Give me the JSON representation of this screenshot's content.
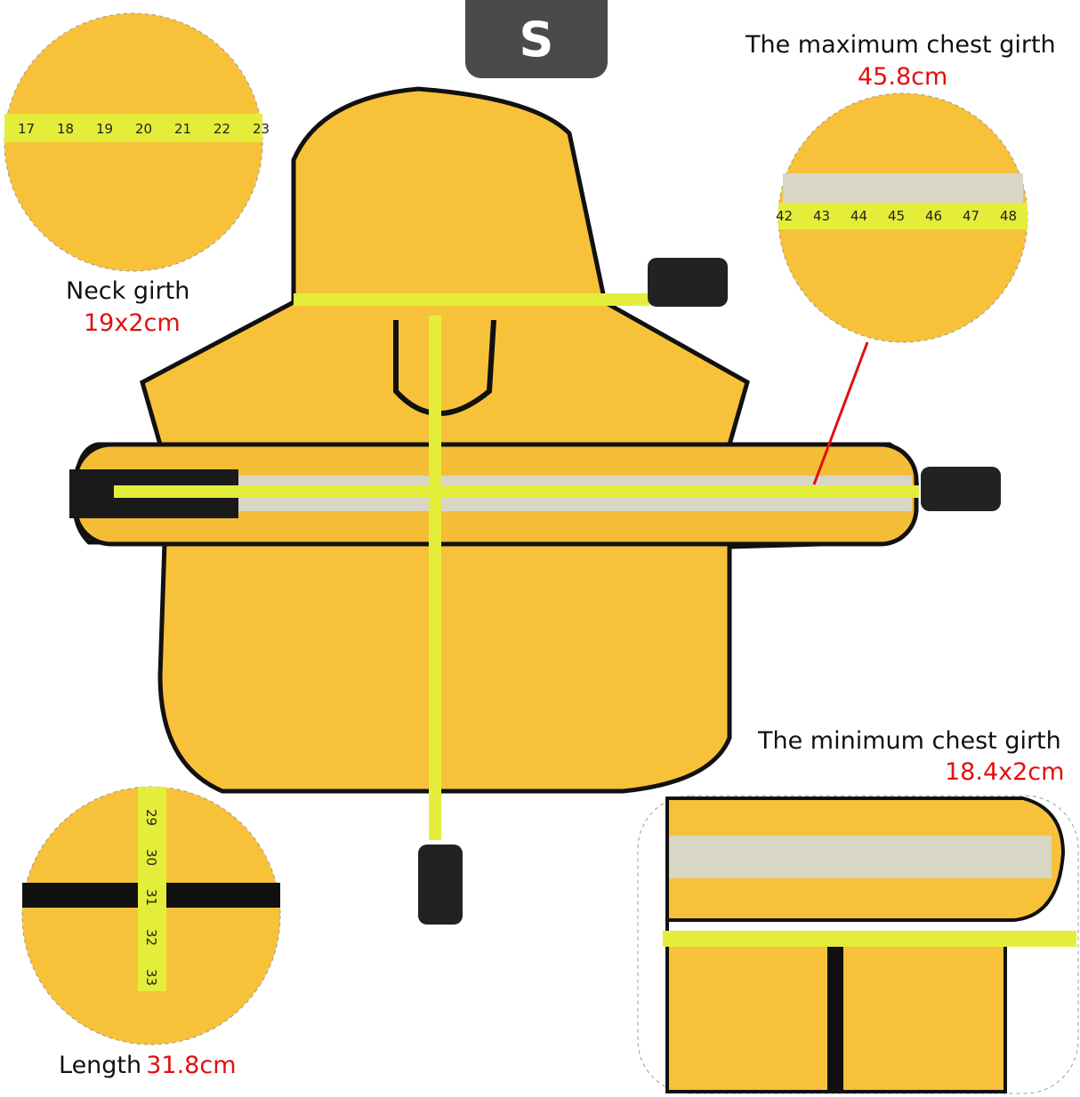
{
  "size_tab": {
    "label": "S"
  },
  "measurements": {
    "neck": {
      "label": "Neck girth",
      "value": "19x2cm"
    },
    "max_chest": {
      "label": "The maximum chest girth",
      "value": "45.8cm"
    },
    "min_chest": {
      "label": "The minimum chest girth",
      "value": "18.4x2cm"
    },
    "length": {
      "label": "Length",
      "value": "31.8cm"
    }
  },
  "colors": {
    "coat": "#f7c23a",
    "trim": "#111111",
    "tape": "#e4ee3a",
    "accent": "#e01010",
    "tab": "#4a4a4a"
  },
  "tape_readings": {
    "neck_detail": [
      "17",
      "18",
      "19",
      "20",
      "21",
      "22",
      "23"
    ],
    "max_chest_detail": [
      "42",
      "43",
      "44",
      "45",
      "46",
      "47",
      "48"
    ],
    "length_detail": [
      "29",
      "30",
      "31",
      "32",
      "33"
    ]
  }
}
